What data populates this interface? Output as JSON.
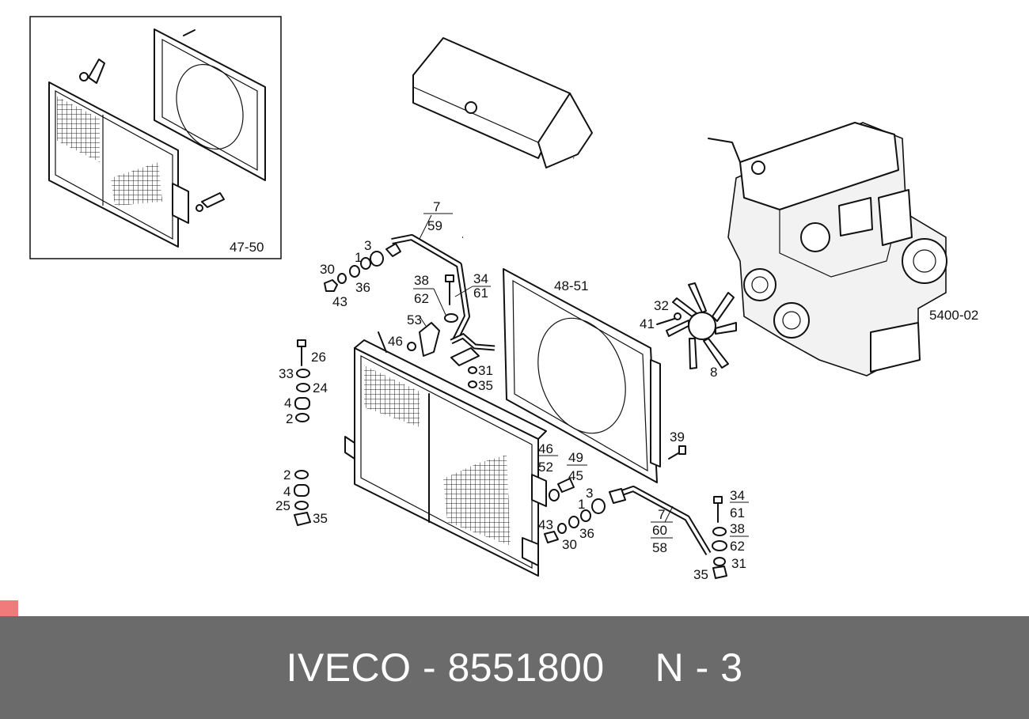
{
  "labels": {
    "inset_ref": "47-50",
    "shroud_ref": "48-51",
    "engine_ref": "5400-02",
    "t7": "7",
    "t59": "59",
    "t3": "3",
    "t30": "30",
    "t1": "1",
    "t36": "36",
    "t43": "43",
    "t38": "38",
    "t62": "62",
    "t34": "34",
    "t61": "61",
    "t53": "53",
    "t46": "46",
    "t31": "31",
    "t35": "35",
    "t26": "26",
    "t33": "33",
    "t24": "24",
    "t4": "4",
    "t2": "2",
    "t32": "32",
    "t41": "41",
    "t8": "8",
    "t39": "39",
    "b46": "46",
    "b52": "52",
    "b49": "49",
    "b45": "45",
    "b3": "3",
    "b1": "1",
    "b36": "36",
    "b43": "43",
    "b30": "30",
    "b7": "7",
    "b60": "60",
    "b58": "58",
    "b34": "34",
    "b61": "61",
    "b38": "38",
    "b62": "62",
    "b31": "31",
    "b35": "35",
    "l2": "2",
    "l4": "4",
    "l25": "25",
    "l35": "35"
  },
  "footer": {
    "part": "IVECO - 8551800",
    "position": "N - 3"
  },
  "colors": {
    "footer_bg": "#6b6b6b",
    "marker": "#f07b7b"
  }
}
